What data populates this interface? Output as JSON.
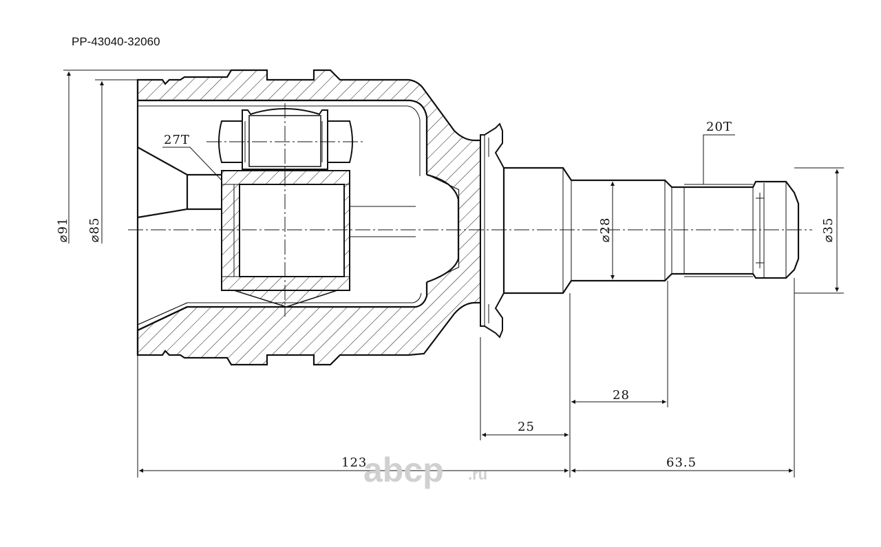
{
  "title": "PP-43040-32060",
  "watermark": {
    "main": "abcp",
    "suffix": ".ru"
  },
  "dimensions": {
    "dia_91": "⌀91",
    "dia_85": "⌀85",
    "dia_28": "⌀28",
    "dia_35": "⌀35",
    "teeth_inner": "27T",
    "teeth_outer": "20T",
    "len_28": "28",
    "len_25": "25",
    "len_123": "123",
    "len_63_5": "63.5"
  }
}
